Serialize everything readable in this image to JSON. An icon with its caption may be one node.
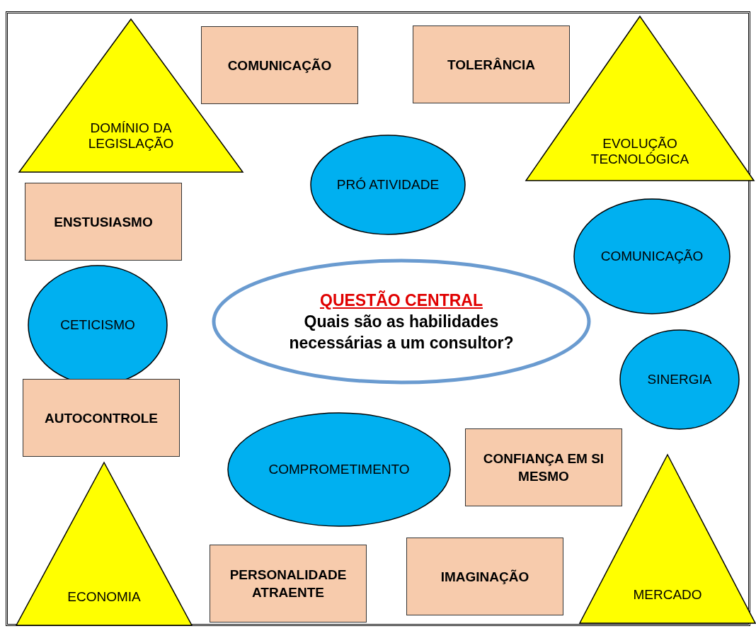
{
  "diagram": {
    "nodes": [
      {
        "text": [
          "DOMÍNIO DA LEGISLAÇÃO"
        ]
      },
      {
        "text": [
          "COMUNICAÇÃO"
        ]
      },
      {
        "text": [
          "TOLERÂNCIA"
        ]
      },
      {
        "text": [
          "EVOLUÇÃO TECNOLÓGICA"
        ]
      },
      {
        "text": [
          "PRÓ ATIVIDADE"
        ]
      },
      {
        "text": [
          "ENSTUSIASMO"
        ]
      },
      {
        "text": [
          "COMUNICAÇÃO"
        ]
      },
      {
        "text": [
          "QUESTÃO CENTRAL",
          "Quais são as habilidades necessárias a um consultor?"
        ]
      },
      {
        "text": [
          "CETICISMO"
        ]
      },
      {
        "text": [
          "SINERGIA"
        ]
      },
      {
        "text": [
          "AUTOCONTROLE"
        ]
      },
      {
        "text": [
          "COMPROMETIMENTO"
        ]
      },
      {
        "text": [
          "CONFIANÇA EM SI MESMO"
        ]
      },
      {
        "text": [
          "ECONOMIA"
        ]
      },
      {
        "text": [
          "PERSONALIDADE ATRAENTE"
        ]
      },
      {
        "text": [
          "IMAGINAÇÃO"
        ]
      },
      {
        "text": [
          "MERCADO"
        ]
      }
    ]
  }
}
